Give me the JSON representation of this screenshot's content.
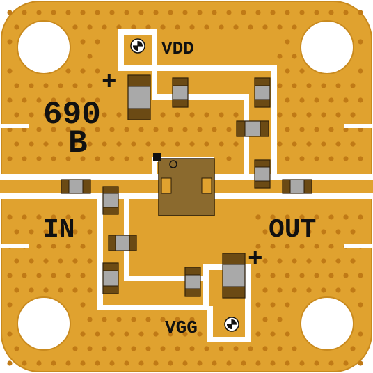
{
  "board": {
    "colors": {
      "gold": "#e0a22f",
      "gold_edge": "#c98a1e",
      "via": "#c07a16",
      "trace": "#ffffff",
      "body_grey": "#a9a9a9",
      "end_brown": "#6b4a14",
      "chip": "#8b6a2e",
      "silk": "#111111"
    },
    "labels": {
      "vdd": "VDD",
      "vgg": "VGG",
      "input": "IN",
      "output": "OUT",
      "part_number": "690",
      "revision": "B",
      "plus_top": "+",
      "plus_bottom": "+"
    }
  }
}
